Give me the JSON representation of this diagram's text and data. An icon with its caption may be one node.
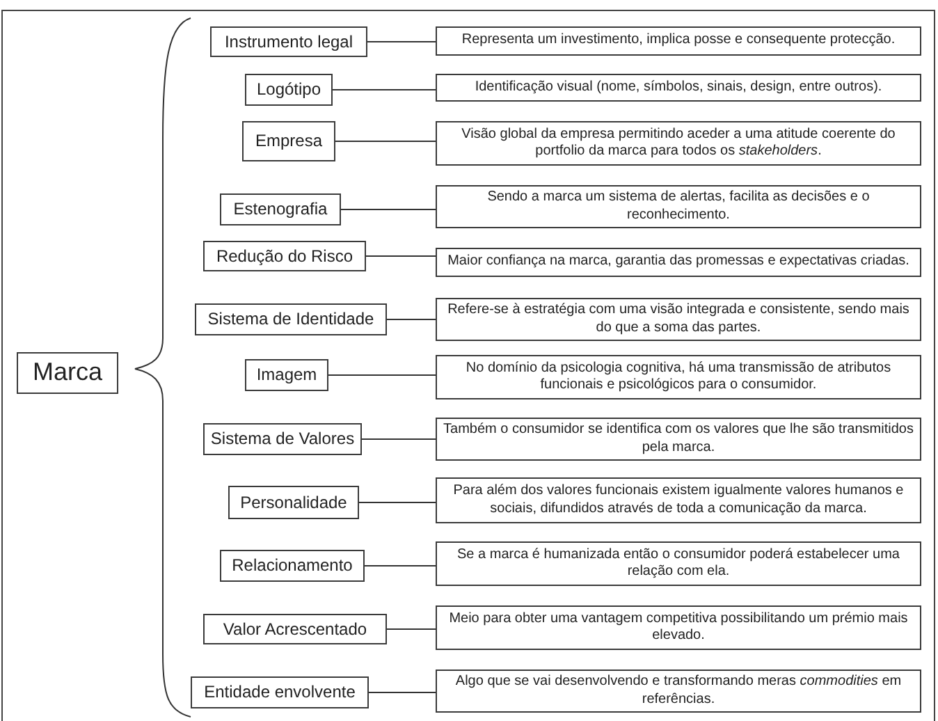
{
  "diagram": {
    "nodes": [
      {
        "text": [
          "Marca"
        ]
      },
      {
        "text": [
          "Instrumento legal"
        ]
      },
      {
        "text": [
          "Representa um investimento, implica posse e consequente protecção."
        ]
      },
      {
        "text": [
          "Logótipo"
        ]
      },
      {
        "text": [
          "Identificação visual (nome, símbolos, sinais, design, entre outros)."
        ]
      },
      {
        "text": [
          "Empresa"
        ]
      },
      {
        "text": [
          "Visão global da empresa permitindo aceder a uma atitude coerente do portfolio da marca para todos os *stakeholders*."
        ]
      },
      {
        "text": [
          "Estenografia"
        ]
      },
      {
        "text": [
          "Sendo a marca um sistema de alertas, facilita as decisões e o reconhecimento."
        ]
      },
      {
        "text": [
          "Redução do Risco"
        ]
      },
      {
        "text": [
          "Maior confiança na marca, garantia das promessas e expectativas criadas."
        ]
      },
      {
        "text": [
          "Sistema de Identidade"
        ]
      },
      {
        "text": [
          "Refere-se à estratégia com uma visão integrada e consistente, sendo mais do que a soma das partes."
        ]
      },
      {
        "text": [
          "Imagem"
        ]
      },
      {
        "text": [
          "No domínio da psicologia cognitiva, há uma transmissão de atributos funcionais e psicológicos para o consumidor."
        ]
      },
      {
        "text": [
          "Sistema de Valores"
        ]
      },
      {
        "text": [
          "Também o consumidor se identifica com os valores que lhe são transmitidos pela marca."
        ]
      },
      {
        "text": [
          "Personalidade"
        ]
      },
      {
        "text": [
          "Para além dos valores funcionais existem igualmente valores humanos e sociais, difundidos através de toda a comunicação da marca."
        ]
      },
      {
        "text": [
          "Relacionamento"
        ]
      },
      {
        "text": [
          "Se a marca é humanizada então o consumidor poderá estabelecer uma relação com ela."
        ]
      },
      {
        "text": [
          "Valor Acrescentado"
        ]
      },
      {
        "text": [
          "Meio para obter uma vantagem competitiva possibilitando um prémio mais elevado."
        ]
      },
      {
        "text": [
          "Entidade envolvente"
        ]
      },
      {
        "text": [
          "Algo que se vai desenvolvendo e transformando meras *commodities* em referências."
        ]
      }
    ],
    "edges": [
      {
        "from": 1,
        "to": 2,
        "arrow": "none"
      },
      {
        "from": 3,
        "to": 4,
        "arrow": "none"
      },
      {
        "from": 5,
        "to": 6,
        "arrow": "none"
      },
      {
        "from": 7,
        "to": 8,
        "arrow": "none"
      },
      {
        "from": 9,
        "to": 10,
        "arrow": "none"
      },
      {
        "from": 11,
        "to": 12,
        "arrow": "none"
      },
      {
        "from": 13,
        "to": 14,
        "arrow": "none"
      },
      {
        "from": 15,
        "to": 16,
        "arrow": "none"
      },
      {
        "from": 17,
        "to": 18,
        "arrow": "none"
      },
      {
        "from": 19,
        "to": 20,
        "arrow": "none"
      },
      {
        "from": 21,
        "to": 22,
        "arrow": "none"
      },
      {
        "from": 23,
        "to": 24,
        "arrow": "none"
      }
    ]
  }
}
